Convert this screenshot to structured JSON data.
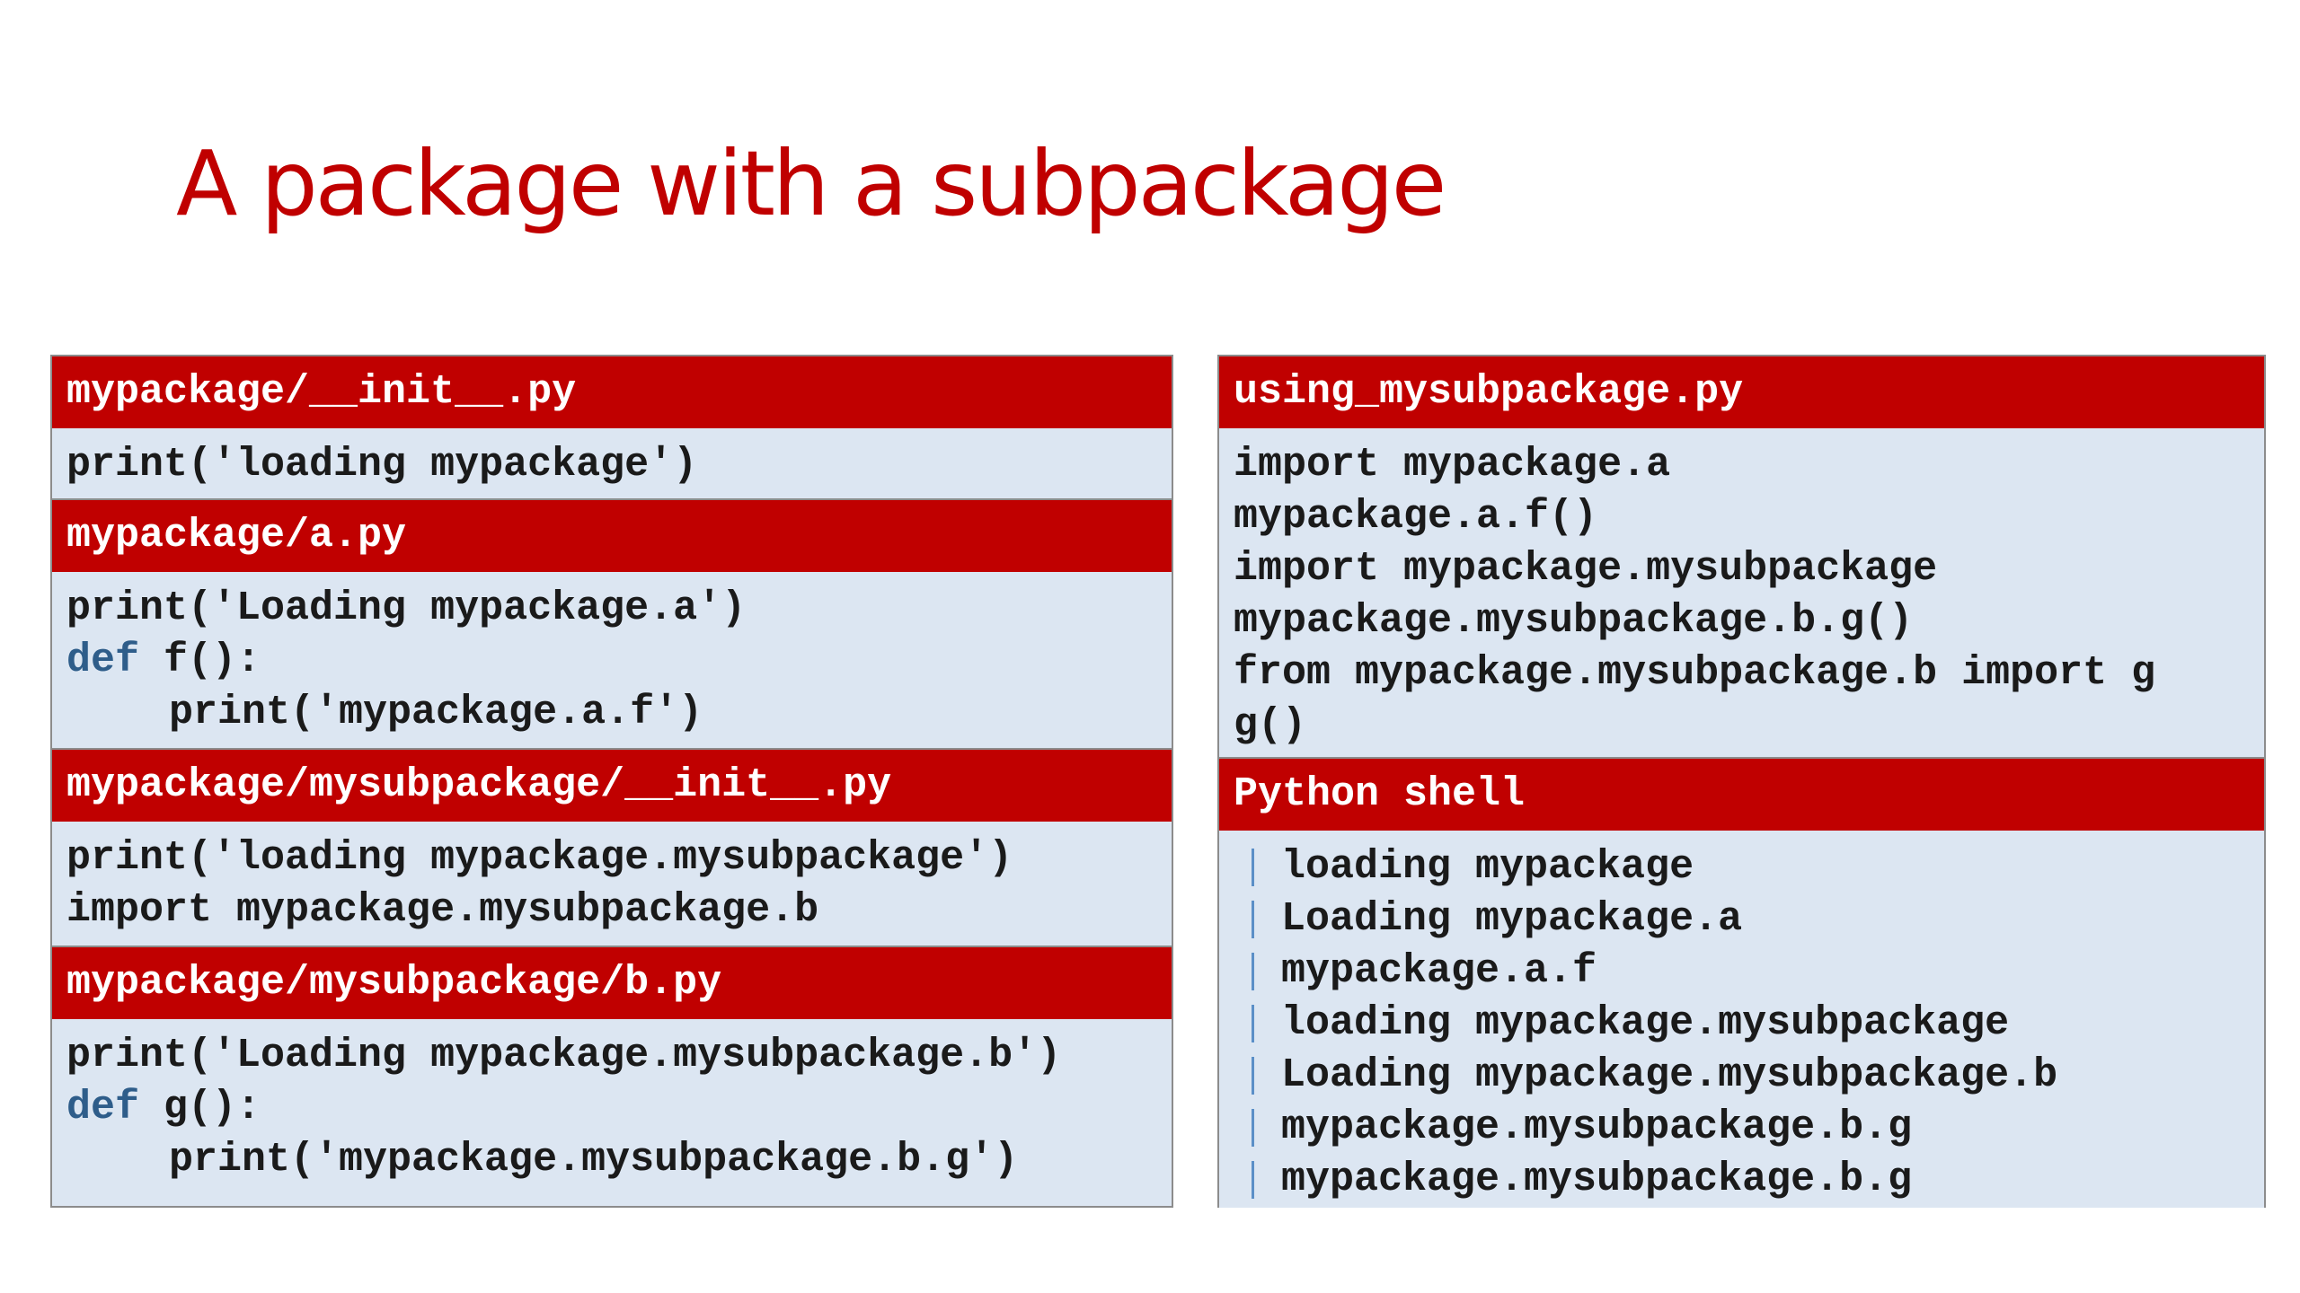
{
  "title": "A package with a subpackage",
  "left_blocks": [
    {
      "file": "mypackage/__init__.py",
      "lines": [
        "print('loading mypackage')"
      ]
    },
    {
      "file": "mypackage/a.py",
      "lines": [
        "print('Loading mypackage.a')",
        "def",
        " f():",
        "print('mypackage.a.f')"
      ]
    },
    {
      "file": "mypackage/mysubpackage/__init__.py",
      "lines": [
        "print('loading mypackage.mysubpackage')",
        "import mypackage.mysubpackage.b"
      ]
    },
    {
      "file": "mypackage/mysubpackage/b.py",
      "lines": [
        "print('Loading mypackage.mysubpackage.b')",
        "def",
        " g():",
        "print('mypackage.mysubpackage.b.g')"
      ]
    }
  ],
  "right_blocks": [
    {
      "file": "using_mysubpackage.py",
      "lines": [
        "import mypackage.a",
        "mypackage.a.f()",
        "import mypackage.mysubpackage",
        "mypackage.mysubpackage.b.g()",
        "from mypackage.mysubpackage.b import g",
        "g()"
      ]
    },
    {
      "file": "Python shell",
      "lines": [
        "loading mypackage",
        "Loading mypackage.a",
        "mypackage.a.f",
        "loading mypackage.mysubpackage",
        "Loading mypackage.mysubpackage.b",
        "mypackage.mysubpackage.b.g",
        "mypackage.mysubpackage.b.g"
      ]
    }
  ],
  "colors": {
    "title": "#c00000",
    "header_bg": "#c00000",
    "body_bg": "#dce6f2",
    "keyword": "#2e5d8a",
    "shell_bar": "#5b8fc7"
  }
}
